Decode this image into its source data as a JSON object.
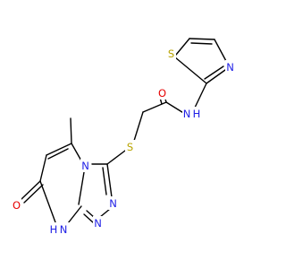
{
  "colors": {
    "bond": "#000000",
    "sulfur": "#b8a300",
    "nitrogen": "#2020e6",
    "oxygen": "#e60000",
    "background": "#ffffff"
  },
  "atoms": {
    "s_thiazole": "S",
    "n_thiazole": "N",
    "o_amide": "O",
    "nh_amide_n": "N",
    "nh_amide_h": "H",
    "s_thioether": "S",
    "n_triazole_a": "N",
    "n_triazole_b": "N",
    "n_triazole_c": "N",
    "o_ketone": "O",
    "nh_ring_n": "N",
    "nh_ring_h": "H"
  }
}
